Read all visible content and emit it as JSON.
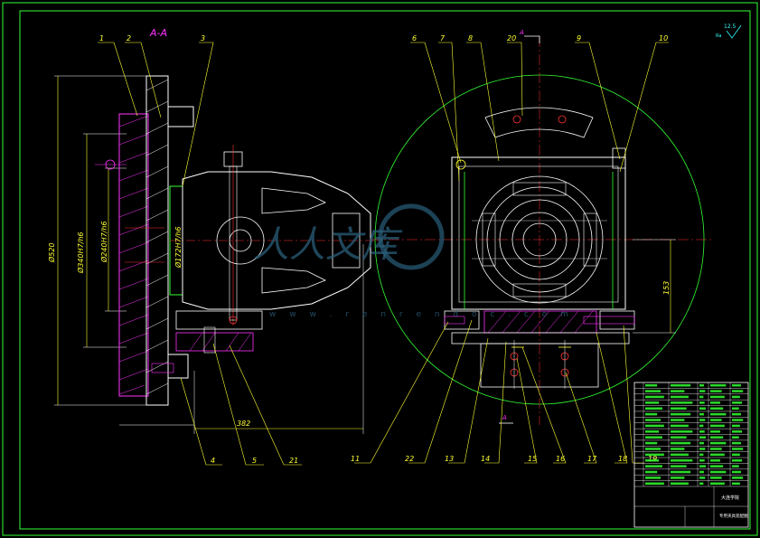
{
  "drawing": {
    "section_title": "A-A",
    "section_marker": "A",
    "roughness": "12.5",
    "roughness_note": "Ra",
    "part_callouts": [
      "1",
      "2",
      "3",
      "4",
      "5",
      "21",
      "6",
      "7",
      "8",
      "20",
      "9",
      "10",
      "11",
      "22",
      "13",
      "14",
      "15",
      "16",
      "17",
      "18",
      "19"
    ],
    "dimensions": {
      "dia_520": "Ø520",
      "dia_340": "Ø340H7/h6",
      "dia_240": "Ø240H7/h6",
      "dia_172": "Ø172H7/h6",
      "len_382": "382",
      "len_153": "153"
    },
    "watermark": {
      "text": "人人文库",
      "url": "w w w . r e n r e n d o c . c o m"
    },
    "title_block": {
      "school": "大连学院",
      "drawing_name": "专用夹具装配图",
      "rows": 18
    },
    "colors": {
      "frame": "#33ff33",
      "part_outline": "#ffffff",
      "callout": "#ffff33",
      "hatch": "#ff33ff",
      "centerline": "#ff3333",
      "bolt": "#ff3333"
    }
  }
}
